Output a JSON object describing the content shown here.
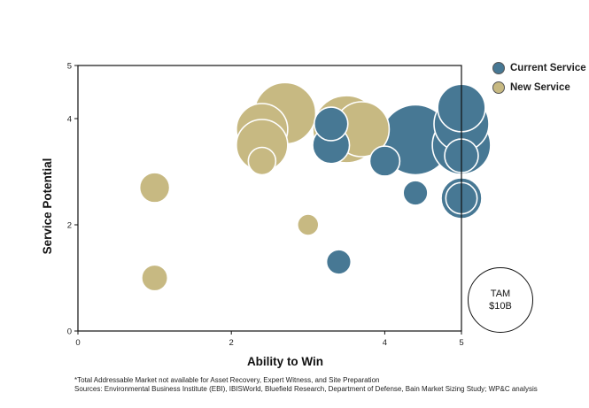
{
  "chart_data": {
    "type": "scatter",
    "subtype": "bubble",
    "xlabel": "Ability to Win",
    "ylabel": "Service Potential",
    "xlim": [
      0,
      5
    ],
    "ylim": [
      0,
      5
    ],
    "x_ticks": [
      "0",
      "2",
      "4",
      "5"
    ],
    "y_ticks": [
      "0",
      "2",
      "4",
      "5"
    ],
    "x_tick_values": [
      0,
      2,
      4,
      5
    ],
    "y_tick_values": [
      0,
      2,
      4,
      5
    ],
    "grid": false,
    "legend_position": "top-right",
    "series": [
      {
        "name": "Current Service",
        "color": "#477894",
        "points": [
          {
            "x": 4.4,
            "y": 3.6,
            "size": 6.5
          },
          {
            "x": 5.0,
            "y": 4.2,
            "size": 3.0
          },
          {
            "x": 5.0,
            "y": 3.9,
            "size": 4.0
          },
          {
            "x": 5.0,
            "y": 3.5,
            "size": 4.5
          },
          {
            "x": 5.0,
            "y": 3.3,
            "size": 1.5
          },
          {
            "x": 5.0,
            "y": 2.5,
            "size": 2.2
          },
          {
            "x": 5.0,
            "y": 2.5,
            "size": 1.3
          },
          {
            "x": 3.3,
            "y": 3.9,
            "size": 1.5
          },
          {
            "x": 3.3,
            "y": 3.5,
            "size": 1.8
          },
          {
            "x": 4.0,
            "y": 3.2,
            "size": 1.2
          },
          {
            "x": 4.4,
            "y": 2.6,
            "size": 0.8
          },
          {
            "x": 3.4,
            "y": 1.3,
            "size": 0.8
          }
        ]
      },
      {
        "name": "New Service",
        "color": "#c7b982",
        "points": [
          {
            "x": 2.7,
            "y": 4.1,
            "size": 5.0
          },
          {
            "x": 2.4,
            "y": 3.8,
            "size": 3.5
          },
          {
            "x": 2.4,
            "y": 3.5,
            "size": 3.5
          },
          {
            "x": 2.4,
            "y": 3.2,
            "size": 1.0
          },
          {
            "x": 3.5,
            "y": 3.8,
            "size": 6.0
          },
          {
            "x": 3.7,
            "y": 3.8,
            "size": 4.0
          },
          {
            "x": 1.0,
            "y": 2.7,
            "size": 1.2
          },
          {
            "x": 1.0,
            "y": 1.0,
            "size": 0.9
          },
          {
            "x": 3.0,
            "y": 2.0,
            "size": 0.6
          }
        ]
      }
    ]
  },
  "tam": {
    "line1": "TAM",
    "line2": "$10B"
  },
  "footnote": {
    "line1": "*Total Addressable Market not available for Asset Recovery, Expert Witness, and Site Preparation",
    "line2": "Sources: Environmental Business Institute (EBI), IBISWorld, Bluefield Research, Department of Defense, Bain Market Sizing Study; WP&C analysis"
  }
}
